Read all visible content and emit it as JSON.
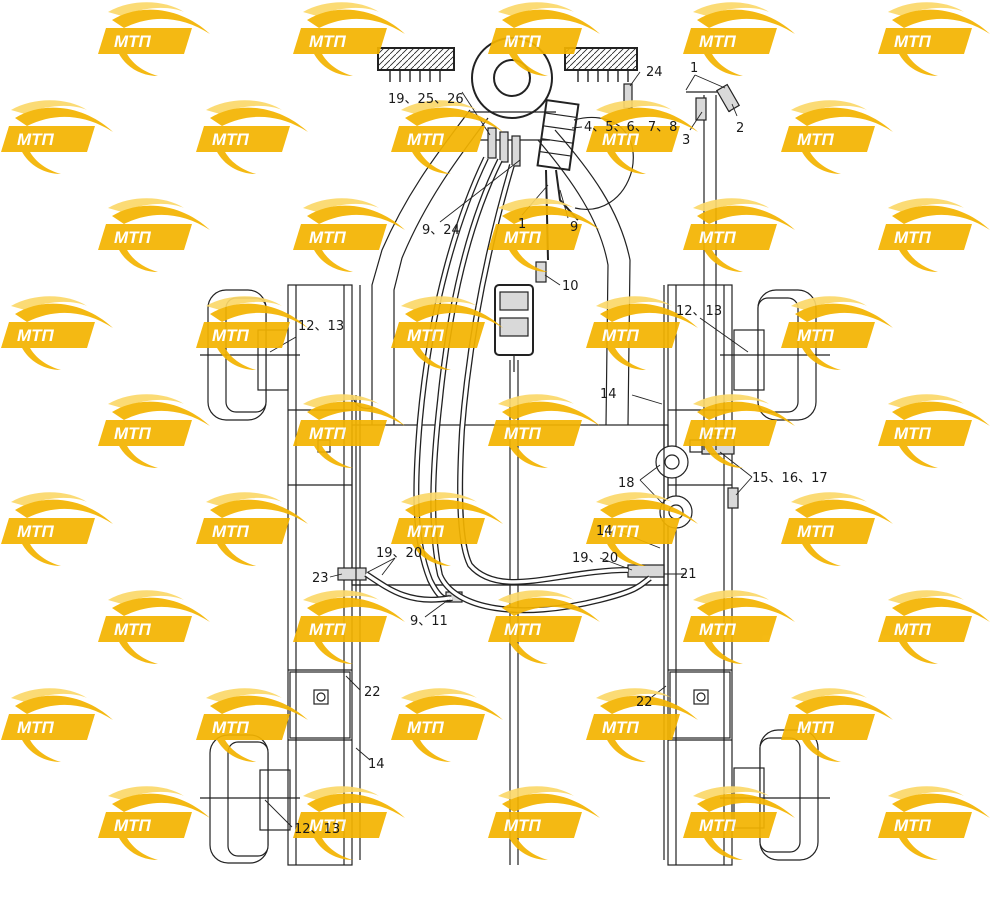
{
  "diagram": {
    "watermark_text": "МТП",
    "colors": {
      "watermark": "#f4b400",
      "watermark_light": "#fbd86a",
      "line": "#222222",
      "background": "#ffffff"
    },
    "callouts": [
      "19、25、26",
      "24",
      "1",
      "2",
      "3",
      "4、5、6、7、8",
      "9、24",
      "1",
      "9",
      "10",
      "12、13",
      "12、13",
      "14",
      "15、16、17",
      "18",
      "14",
      "19、20",
      "19、20",
      "23",
      "21",
      "9、11",
      "22",
      "22",
      "14",
      "12、13"
    ]
  }
}
